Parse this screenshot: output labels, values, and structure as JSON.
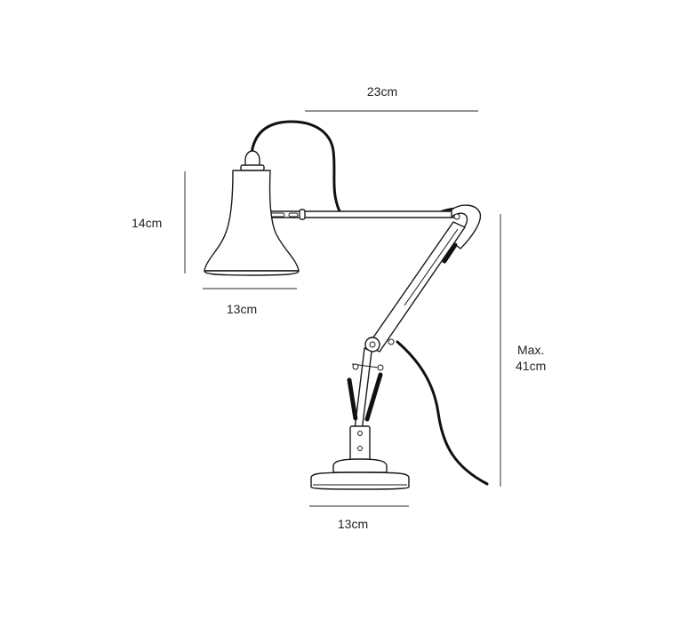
{
  "dimensions": {
    "arm_width": "23cm",
    "shade_height": "14cm",
    "shade_width": "13cm",
    "max_height_line1": "Max.",
    "max_height_line2": "41cm",
    "base_width": "13cm"
  },
  "colors": {
    "line": "#1a1a1a",
    "dimension": "#555555",
    "background": "#ffffff"
  }
}
